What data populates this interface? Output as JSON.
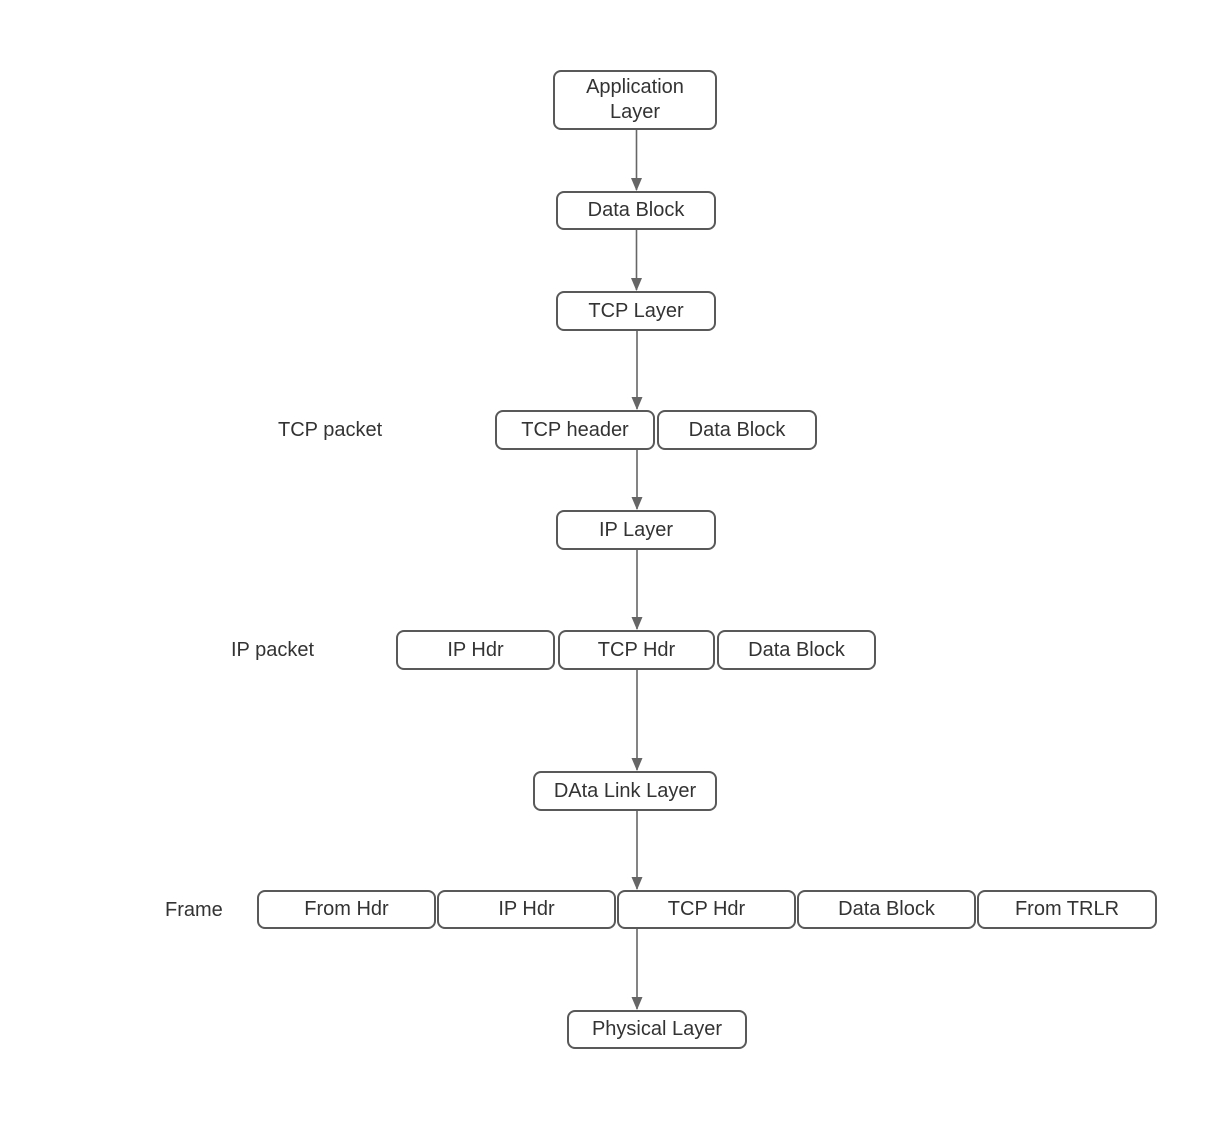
{
  "colors": {
    "background": "#ffffff",
    "box_fill": "#ffffff",
    "box_border": "#595959",
    "connector": "#666666",
    "text": "#333333"
  },
  "nodes": {
    "application_layer": "Application Layer",
    "data_block_top": "Data Block",
    "tcp_layer": "TCP Layer",
    "tcp_header": "TCP header",
    "tcp_packet_data_block": "Data Block",
    "ip_layer": "IP Layer",
    "ip_packet_ip_hdr": "IP Hdr",
    "ip_packet_tcp_hdr": "TCP Hdr",
    "ip_packet_data_block": "Data Block",
    "data_link_layer": "DAta Link Layer",
    "frame_from_hdr": "From Hdr",
    "frame_ip_hdr": "IP Hdr",
    "frame_tcp_hdr": "TCP Hdr",
    "frame_data_block": "Data Block",
    "frame_from_trlr": "From TRLR",
    "physical_layer": "Physical Layer"
  },
  "row_labels": {
    "tcp_packet": "TCP packet",
    "ip_packet": "IP packet",
    "frame": "Frame"
  }
}
